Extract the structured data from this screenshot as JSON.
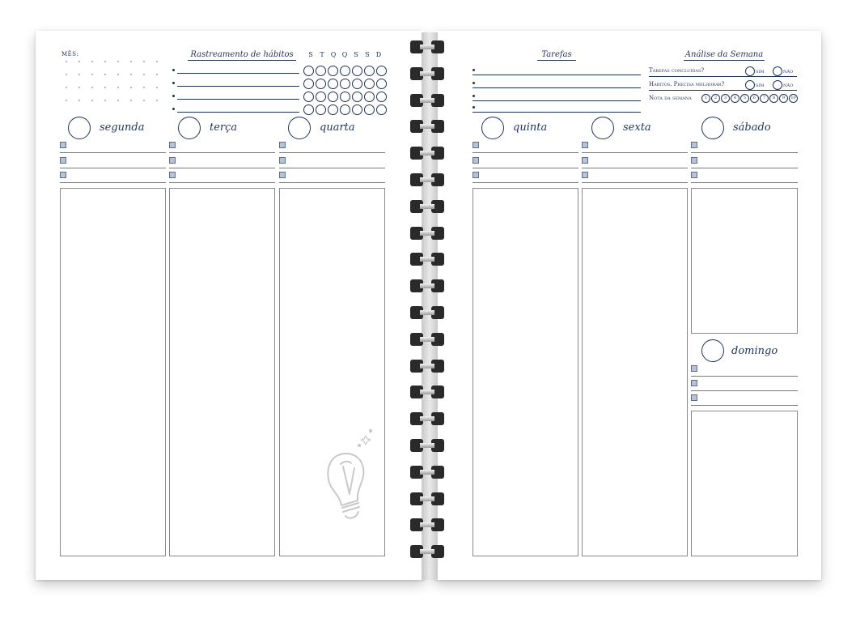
{
  "left": {
    "month_label": "MÊS:",
    "habit_title": "Rastreamento de hábitos",
    "habit_days": [
      "S",
      "T",
      "Q",
      "Q",
      "S",
      "S",
      "D"
    ],
    "days": [
      "segunda",
      "terça",
      "quarta"
    ]
  },
  "right": {
    "tasks_title": "Tarefas",
    "analysis_title": "Análise da Semana",
    "q1": "Tarefas concluídas?",
    "q2": "Hábitos. Precisa melhorar?",
    "q3": "Nota da semana",
    "yes": "sim",
    "no": "não",
    "scores": [
      "1",
      "2",
      "3",
      "4",
      "5",
      "6",
      "7",
      "8",
      "9",
      "10"
    ],
    "days": [
      "quinta",
      "sexta",
      "sábado",
      "domingo"
    ]
  },
  "colors": {
    "ink": "#1f3257",
    "checkbox": "#b7c2d2",
    "lightbulb": "#c9c9c9"
  }
}
